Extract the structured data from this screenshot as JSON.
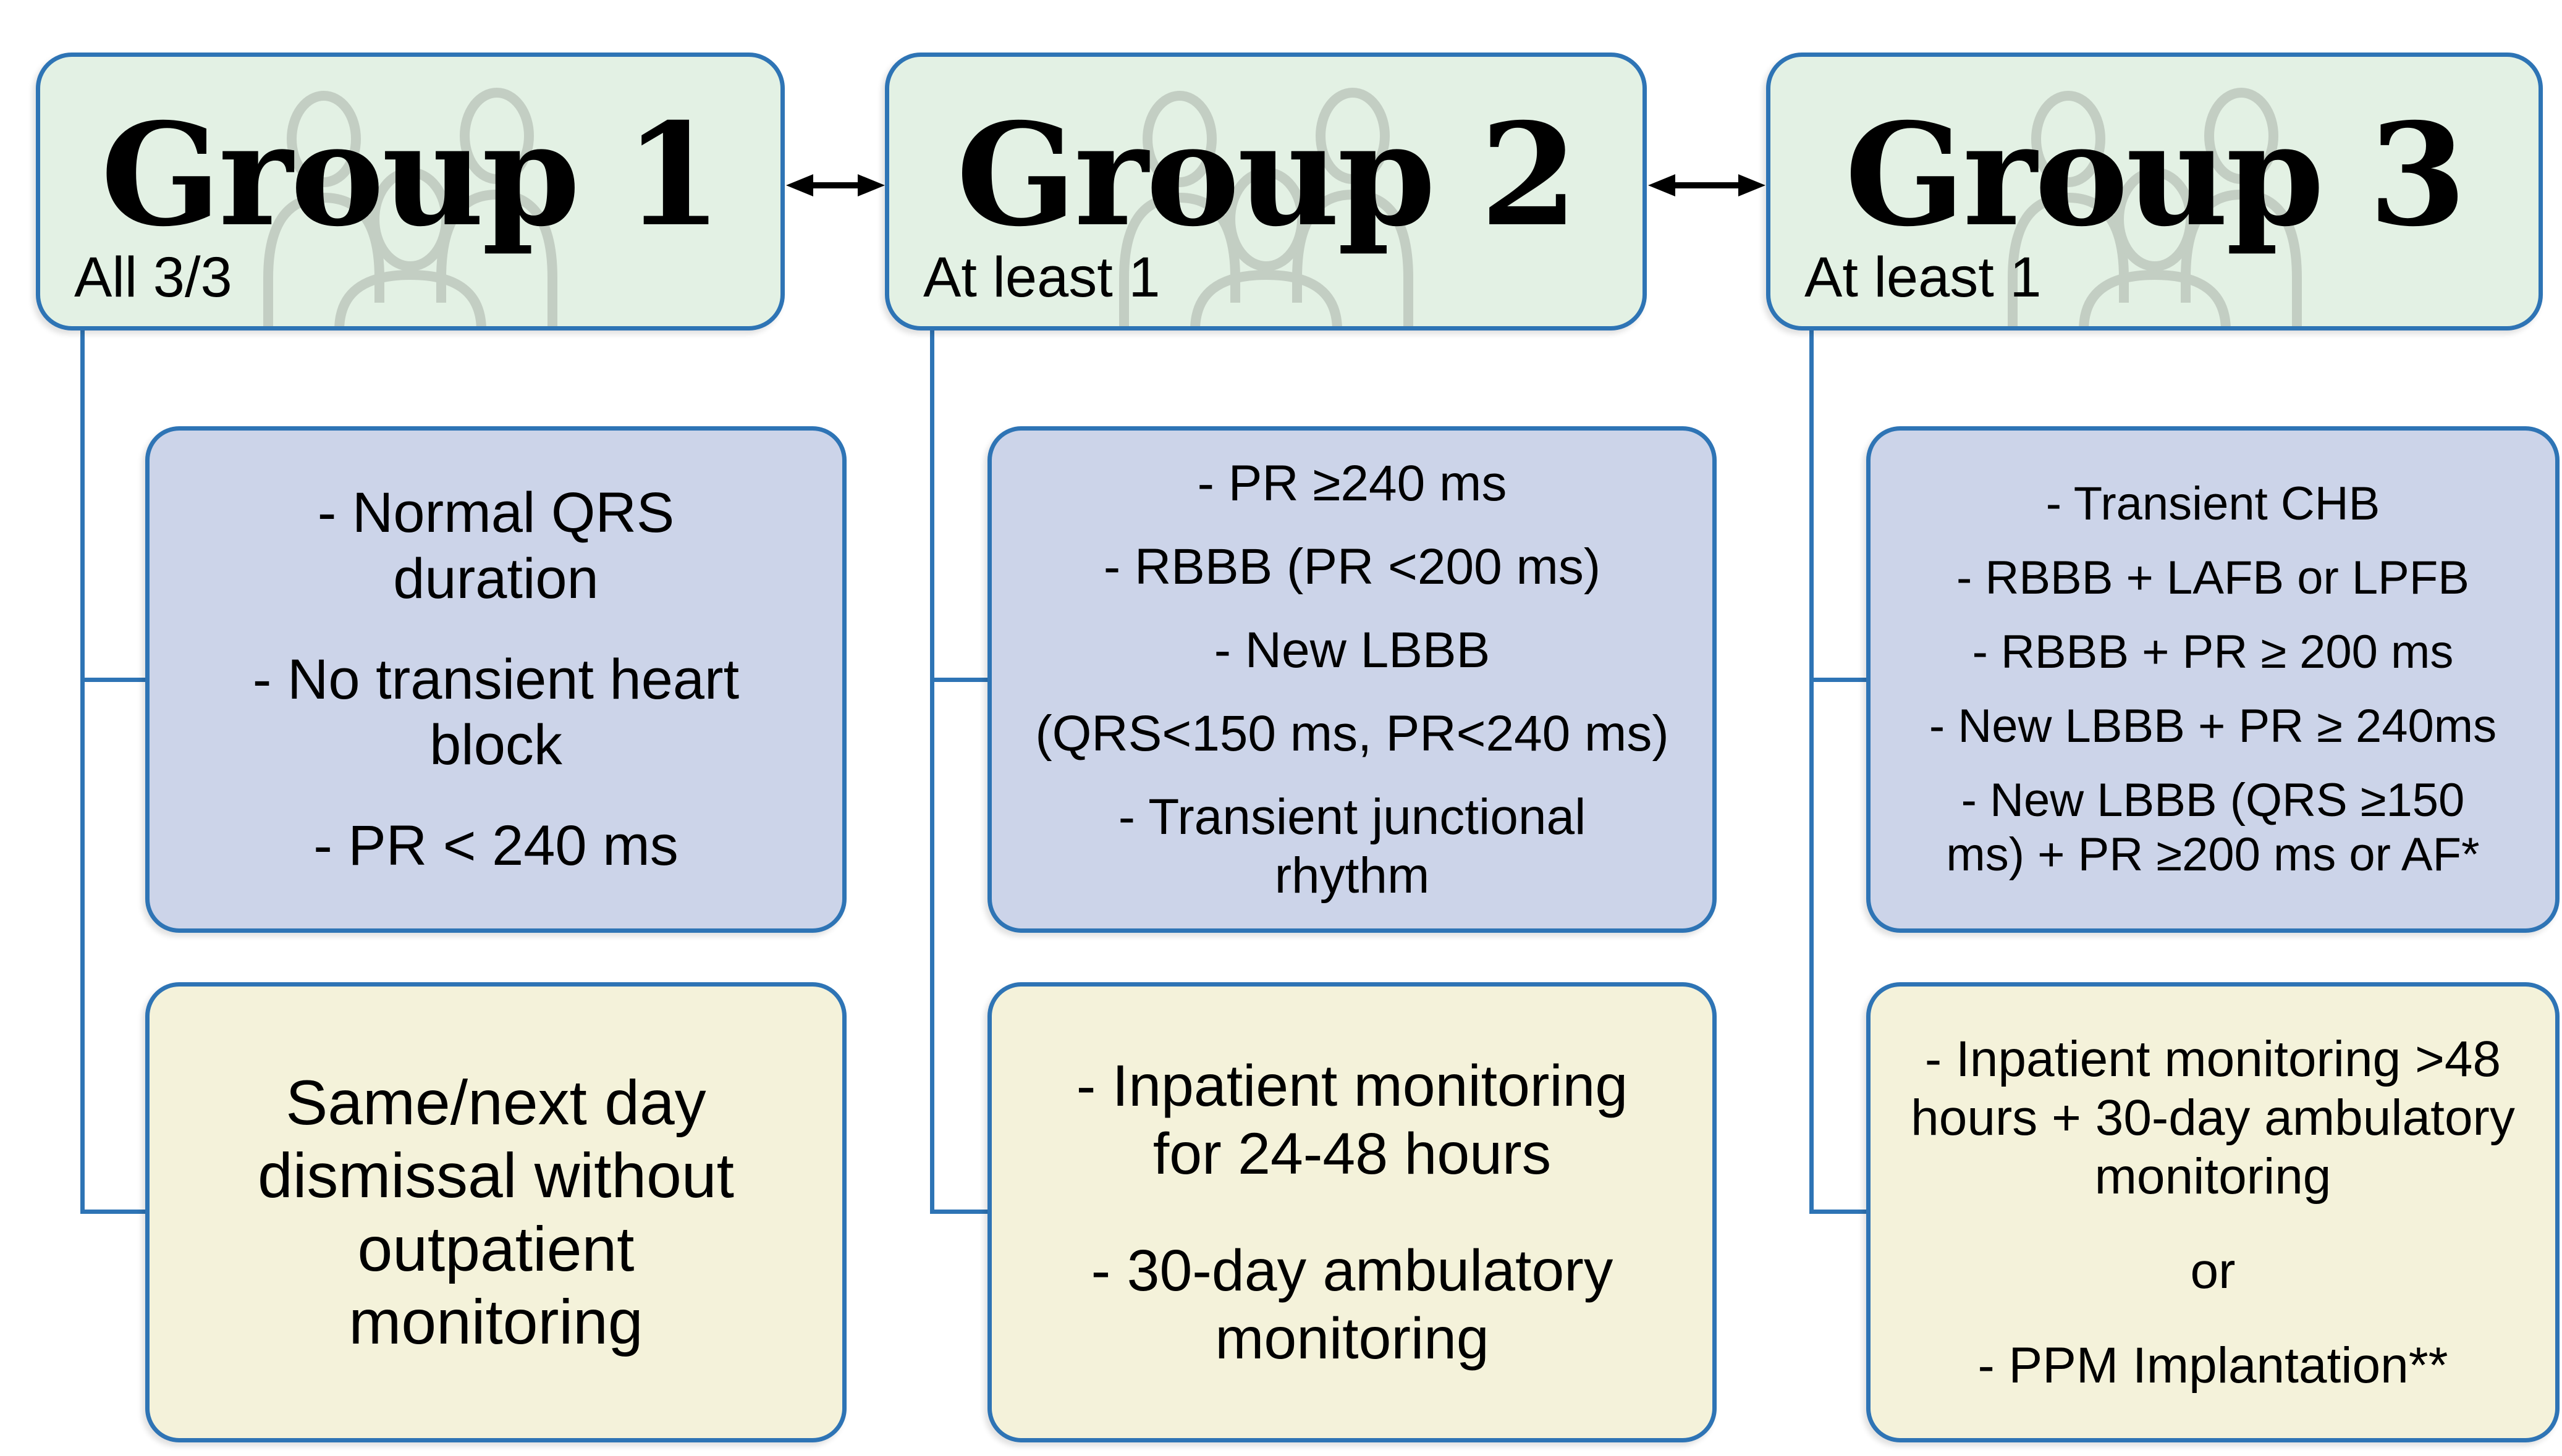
{
  "diagram": {
    "type": "flowchart",
    "description_icon": "people-group-icon"
  },
  "groups": [
    {
      "title": "Group 1",
      "subtitle": "All 3/3",
      "criteria": [
        "- Normal QRS\nduration",
        "- No transient heart\nblock",
        "- PR < 240 ms"
      ],
      "action": [
        "Same/next day\ndismissal without\noutpatient\nmonitoring"
      ]
    },
    {
      "title": "Group 2",
      "subtitle": "At least 1",
      "criteria": [
        "- PR ≥240 ms",
        "- RBBB (PR <200 ms)",
        "- New LBBB",
        "(QRS<150 ms, PR<240 ms)",
        "- Transient junctional\nrhythm"
      ],
      "action": [
        "- Inpatient monitoring\nfor 24-48 hours",
        "- 30-day ambulatory\nmonitoring"
      ]
    },
    {
      "title": "Group 3",
      "subtitle": "At least 1",
      "criteria": [
        "- Transient CHB",
        "- RBBB + LAFB or LPFB",
        "- RBBB + PR ≥ 200 ms",
        "- New LBBB + PR ≥ 240ms",
        "- New LBBB (QRS ≥150\nms) + PR ≥200 ms or AF*"
      ],
      "action": [
        "- Inpatient monitoring >48\nhours + 30-day ambulatory\nmonitoring",
        "or",
        "- PPM Implantation**"
      ]
    }
  ],
  "colors": {
    "background": "#ffffff",
    "text": "#000000",
    "green_fill": "#e3f1e4",
    "blue_fill": "#ccd4e9",
    "yellow_fill": "#f4f2da",
    "box_border": "#2e74b5",
    "icon_gray": "#c3cec3",
    "arrow": "#000000"
  }
}
